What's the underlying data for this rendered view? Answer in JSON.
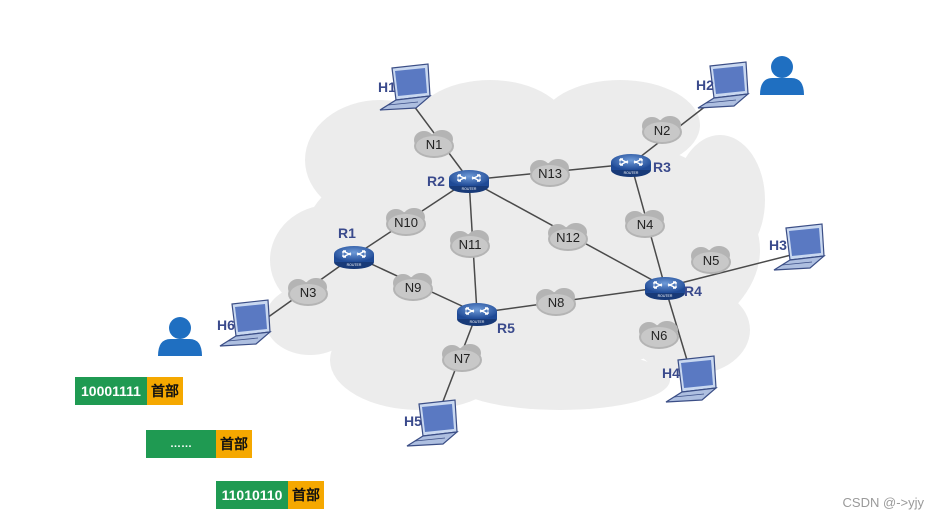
{
  "routers": {
    "r1": {
      "label": "R1"
    },
    "r2": {
      "label": "R2"
    },
    "r3": {
      "label": "R3"
    },
    "r4": {
      "label": "R4"
    },
    "r5": {
      "label": "R5"
    }
  },
  "networks": {
    "n1": {
      "label": "N1"
    },
    "n2": {
      "label": "N2"
    },
    "n3": {
      "label": "N3"
    },
    "n4": {
      "label": "N4"
    },
    "n5": {
      "label": "N5"
    },
    "n6": {
      "label": "N6"
    },
    "n7": {
      "label": "N7"
    },
    "n8": {
      "label": "N8"
    },
    "n9": {
      "label": "N9"
    },
    "n10": {
      "label": "N10"
    },
    "n11": {
      "label": "N11"
    },
    "n12": {
      "label": "N12"
    },
    "n13": {
      "label": "N13"
    }
  },
  "hosts": {
    "h1": {
      "label": "H1"
    },
    "h2": {
      "label": "H2"
    },
    "h3": {
      "label": "H3"
    },
    "h4": {
      "label": "H4"
    },
    "h5": {
      "label": "H5"
    },
    "h6": {
      "label": "H6"
    }
  },
  "packets": [
    {
      "bits": "10001111",
      "header": "首部"
    },
    {
      "bits": "……",
      "header": "首部"
    },
    {
      "bits": "11010110",
      "header": "首部"
    }
  ],
  "colors": {
    "packet_bits": "#1f9a52",
    "packet_header": "#f5a800",
    "router": "#2b5ca8",
    "user": "#1f6fc1"
  },
  "watermark": "CSDN @->yjy"
}
